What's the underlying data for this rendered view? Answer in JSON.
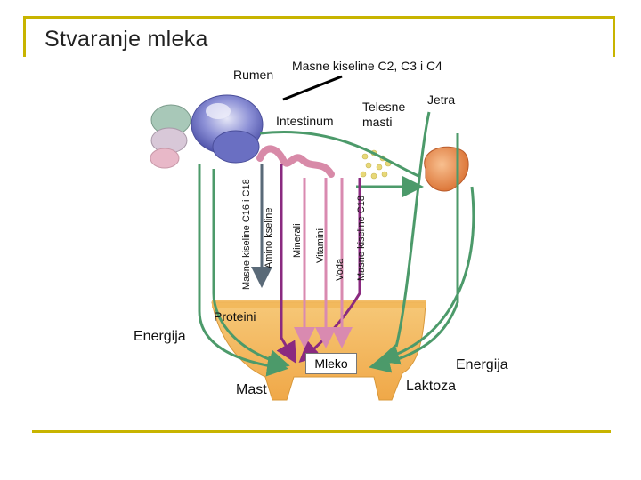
{
  "slide": {
    "title": "Stvaranje mleka"
  },
  "labels": {
    "rumen": "Rumen",
    "masne_kiseline_c2_c4": "Masne kiseline C2, C3 i C4",
    "jetra": "Jetra",
    "telesne_masti": "Telesne masti",
    "intestinum": "Intestinum",
    "masne_kiseline_c16_c18": "Masne kiseline C16 i C18",
    "amino_kiseline": "Amino kseline",
    "minerali": "Minerali",
    "vitamini": "Vitamini",
    "voda": "Voda",
    "masne_kiseline_c18": "Masne kiseline C18",
    "proteini": "Proteini",
    "energija_left": "Energija",
    "mleko": "Mleko",
    "mast": "Mast",
    "energija_right": "Energija",
    "laktoza": "Laktoza"
  },
  "colors": {
    "accent": "#c8b400",
    "stomach_purple": "#6a6fc2",
    "udder": "#f2b75a",
    "green_arrow": "#4c9a6a",
    "purple_arrow": "#8a2a80",
    "pink_arrow": "#d98ab0",
    "liver": "#e88a4a",
    "fat_dots": "#e8d878"
  }
}
